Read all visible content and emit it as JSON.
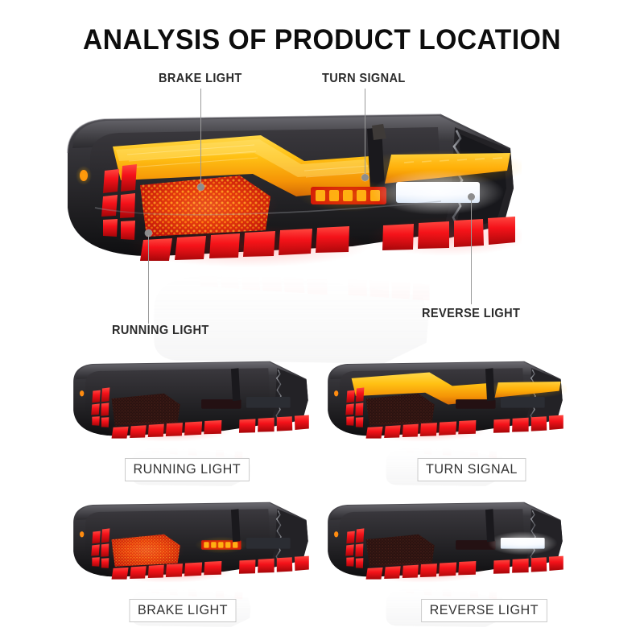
{
  "header": {
    "title": "ANALYSIS OF PRODUCT LOCATION"
  },
  "hero": {
    "name": "main-taillight-diagram",
    "callouts": [
      {
        "id": "brake-light",
        "label": "BRAKE LIGHT",
        "position": "above-left"
      },
      {
        "id": "turn-signal",
        "label": "TURN SIGNAL",
        "position": "above-right"
      },
      {
        "id": "running-light",
        "label": "RUNNING LIGHT",
        "position": "below-left"
      },
      {
        "id": "reverse-light",
        "label": "REVERSE LIGHT",
        "position": "below-right"
      }
    ]
  },
  "variants": [
    {
      "id": "running-light",
      "caption": "RUNNING LIGHT",
      "mode": "running"
    },
    {
      "id": "turn-signal",
      "caption": "TURN SIGNAL",
      "mode": "turn"
    },
    {
      "id": "brake-light",
      "caption": "BRAKE LIGHT",
      "mode": "brake"
    },
    {
      "id": "reverse-light",
      "caption": "REVERSE LIGHT",
      "mode": "reverse"
    }
  ],
  "colors": {
    "amber": "#ffc114",
    "amber_deep": "#e8820c",
    "red": "#f4121a",
    "red_deep": "#9d0508",
    "white_led": "#ffffff",
    "housing": "#2b2a2c",
    "housing_dark": "#131314",
    "label_text": "#2b2b2b",
    "leader_line": "#9a9a9a",
    "caption_border": "#c9c9c9",
    "background": "#ffffff"
  }
}
